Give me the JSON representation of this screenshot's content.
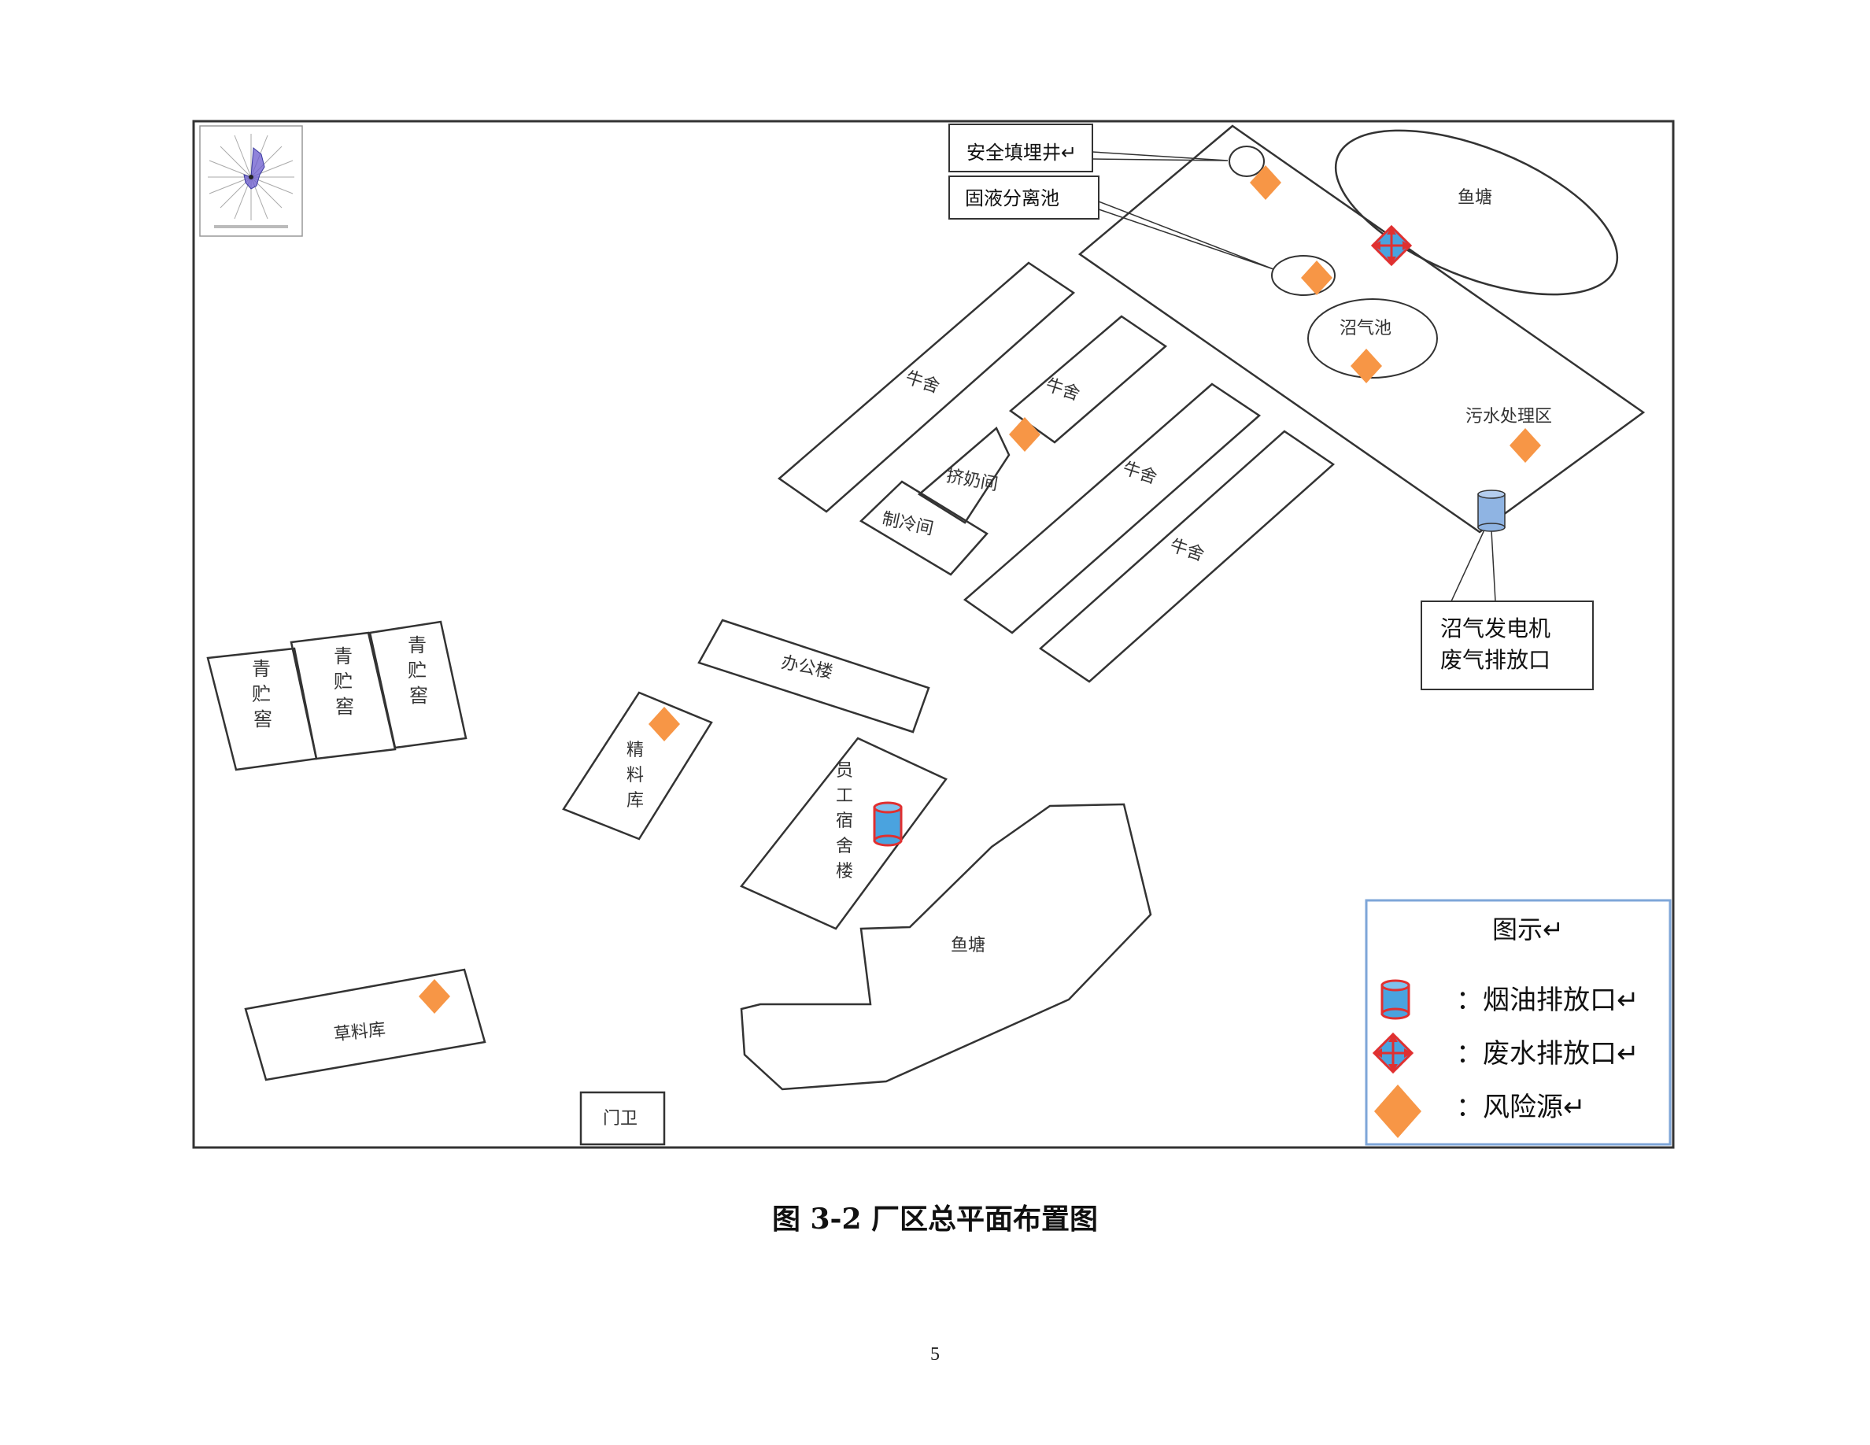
{
  "buildings": {
    "cowshed_1": "牛舍",
    "cowshed_2": "牛舍",
    "cowshed_3": "牛舍",
    "cowshed_4": "牛舍",
    "milking_room": "挤奶间",
    "cooling_room": "制冷间",
    "office": "办公楼",
    "silage_1": [
      "青",
      "贮",
      "窖"
    ],
    "silage_2": [
      "青",
      "贮",
      "窖"
    ],
    "silage_3": [
      "青",
      "贮",
      "窖"
    ],
    "feed_store": [
      "精",
      "料",
      "库"
    ],
    "dormitory": [
      "员",
      "工",
      "宿",
      "舍",
      "楼"
    ],
    "hay_store": "草料库",
    "gate": "门卫",
    "fish_pond_top": "鱼塘",
    "fish_pond_bottom": "鱼塘",
    "biogas_tank": "沼气池",
    "sewage_area": "污水处理区"
  },
  "callouts": {
    "landfill_well": "安全填埋井↵",
    "separation_tank": "固液分离池",
    "generator_exhaust_line1": "沼气发电机",
    "generator_exhaust_line2": "废气排放口"
  },
  "legend": {
    "title": "图示↵",
    "items": [
      {
        "icon": "cylinder-icon",
        "text": "：烟油排放口↵"
      },
      {
        "icon": "wastewater-outlet-icon",
        "text": "：废水排放口↵"
      },
      {
        "icon": "diamond-icon",
        "text": "：风险源↵"
      }
    ]
  },
  "caption": "图 3-2  厂区总平面布置图",
  "page_number": "5",
  "colors": {
    "risk_source": "#f79646",
    "cylinder_fill": "#4aa3df",
    "cylinder_pale": "#8fb4e3",
    "wastewater_red": "#e03030",
    "legend_border": "#7ea6d8",
    "windrose_fill": "#6a5acd"
  }
}
